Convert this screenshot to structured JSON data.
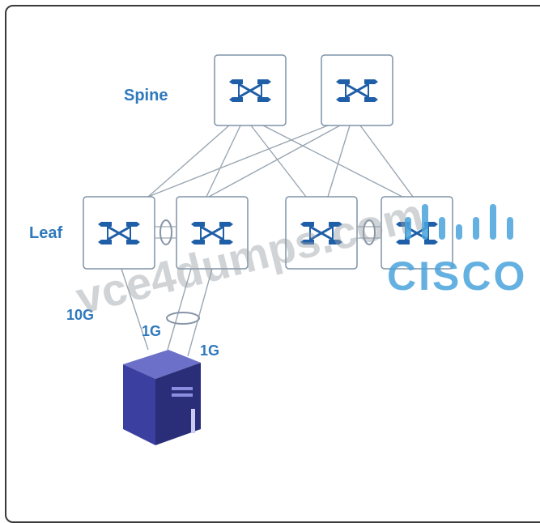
{
  "labels": {
    "spine": "Spine",
    "leaf": "Leaf",
    "link_10g": "10G",
    "link_1g_a": "1G",
    "link_1g_b": "1G"
  },
  "watermark": {
    "text": "vce4dumps.com",
    "logo_text": "CISCO"
  },
  "icons": {
    "switch": "network-switch-icon",
    "server": "server-tower-icon",
    "link_bundle": "port-channel-oval"
  },
  "colors": {
    "switch_blue": "#1f5fa8",
    "label_blue": "#2f79bd",
    "link_gray": "#9aa6b2",
    "box_border": "#7f93a8",
    "server_purple": "#3b3fa0",
    "cisco_blue": "#49a3dc"
  }
}
